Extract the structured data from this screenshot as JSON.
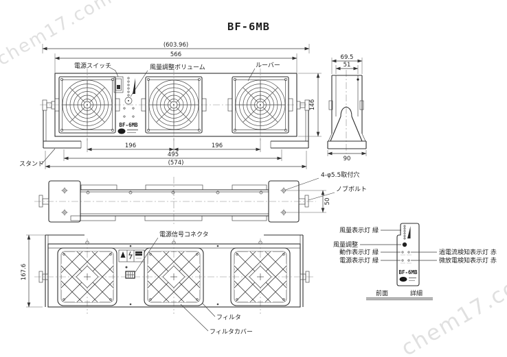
{
  "title": "BF-6MB",
  "watermark": "chem17.com",
  "front_view": {
    "label_power_switch": "電源スイッチ",
    "label_volume": "風量調整ボリューム",
    "label_louver": "ルーバー",
    "label_stand": "スタンド",
    "model": "BF-6MB",
    "dim_overall_ref": "(603.96)",
    "dim_width": "566",
    "dim_pitch_left": "196",
    "dim_pitch_right": "196",
    "dim_mount_span": "495",
    "dim_stand_span": "(574)",
    "dim_height": "146"
  },
  "side_view": {
    "dim_top_width": "69.5",
    "dim_inner_width": "51",
    "dim_base_width": "90"
  },
  "top_view": {
    "label_mount_holes": "4-φ5.5取付穴",
    "label_knob_bolt": "ノブボルト",
    "dim_hole_pitch": "50"
  },
  "rear_view": {
    "label_connector": "電源信号コネクタ",
    "label_filter": "フィルタ",
    "label_filter_cover": "フィルタカバー",
    "dim_height": "167.6"
  },
  "detail_view": {
    "model": "BF-6MB",
    "label_airflow_lamp": "風量表示灯 緑",
    "label_airflow_adjust": "風量調整",
    "label_operation_lamp": "動作表示灯 緑",
    "label_power_lamp": "電源表示灯 緑",
    "label_overcurrent_lamp": "過電流検知表示灯 赤",
    "label_microdischarge_lamp": "微放電検知表示灯 赤",
    "caption_front": "前面",
    "caption_detail": "詳細"
  }
}
